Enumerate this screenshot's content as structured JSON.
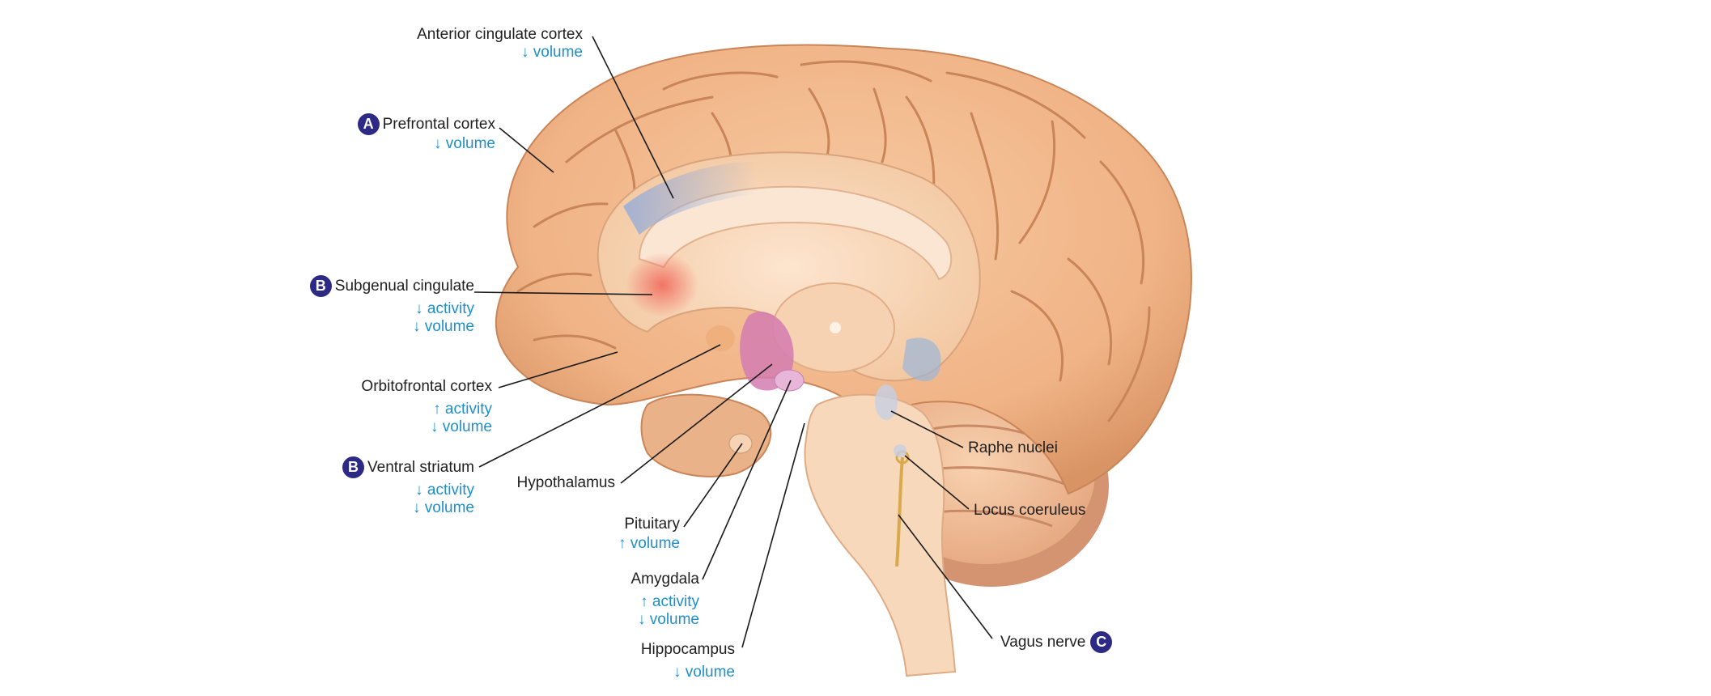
{
  "colors": {
    "effect_text": "#1f8fca",
    "badge_fill": "#2d2a86",
    "label_text": "#1f1f1f",
    "brain_skin": "#f2b98d"
  },
  "labels": {
    "acc": {
      "name": "Anterior cingulate cortex",
      "effects": [
        "↓ volume"
      ]
    },
    "pfc": {
      "badge": "A",
      "name": "Prefrontal cortex",
      "effects": [
        "↓ volume"
      ]
    },
    "sgc": {
      "badge": "B",
      "name": "Subgenual cingulate",
      "effects": [
        "↓ activity",
        "↓ volume"
      ]
    },
    "ofc": {
      "name": "Orbitofrontal cortex",
      "effects": [
        "↑ activity",
        "↓ volume"
      ]
    },
    "vs": {
      "badge": "B",
      "name": "Ventral striatum",
      "effects": [
        "↓ activity",
        "↓ volume"
      ]
    },
    "hyp": {
      "name": "Hypothalamus"
    },
    "pit": {
      "name": "Pituitary",
      "effects": [
        "↑ volume"
      ]
    },
    "amy": {
      "name": "Amygdala",
      "effects": [
        "↑ activity",
        "↓ volume"
      ]
    },
    "hip": {
      "name": "Hippocampus",
      "effects": [
        "↓ volume"
      ]
    },
    "raphe": {
      "name": "Raphe nuclei"
    },
    "lc": {
      "name": "Locus coeruleus"
    },
    "vagus": {
      "name": "Vagus nerve",
      "badge": "C"
    }
  }
}
